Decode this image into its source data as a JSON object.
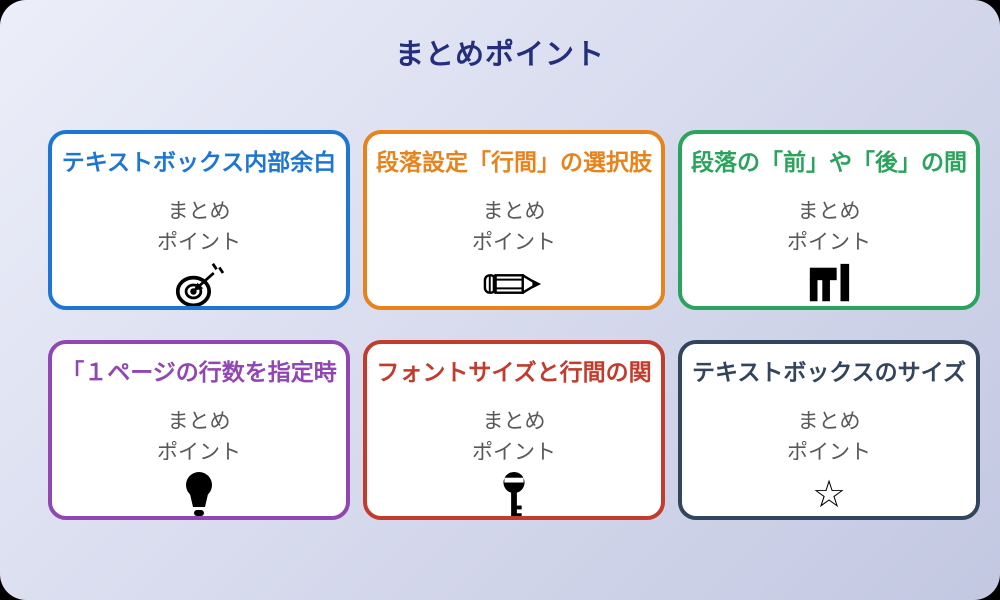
{
  "page": {
    "title": "まとめポイント",
    "title_color": "#252E7D",
    "bg_from": "#ECEEF9",
    "bg_to": "#C3C8E2",
    "outer_bg": "#000000"
  },
  "card_body": {
    "line1": "まとめ",
    "line2": "ポイント",
    "text_color": "#595959"
  },
  "cards": [
    {
      "title": "テキストボックス内部余白",
      "color": "#1D76D2",
      "icon": "target-icon"
    },
    {
      "title": "段落設定「行間」の選択肢",
      "color": "#E8831C",
      "icon": "pencil-icon"
    },
    {
      "title": "段落の「前」や「後」の間",
      "color": "#2AA45C",
      "icon": "bar-chart-icon"
    },
    {
      "title": "「１ページの行数を指定時",
      "color": "#9146B4",
      "icon": "lightbulb-icon"
    },
    {
      "title": "フォントサイズと行間の関",
      "color": "#C23B2C",
      "icon": "key-icon"
    },
    {
      "title": "テキストボックスのサイズ",
      "color": "#32455C",
      "icon": "star-icon",
      "icon_glyph": "☆"
    }
  ]
}
